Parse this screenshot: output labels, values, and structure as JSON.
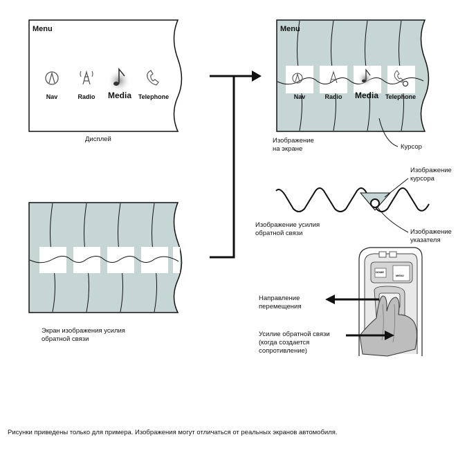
{
  "screen1": {
    "title": "Menu",
    "items": [
      {
        "label": "Nav",
        "icon": "compass-icon"
      },
      {
        "label": "Radio",
        "icon": "radio-tower-icon"
      },
      {
        "label": "Media",
        "icon": "music-note-icon",
        "selected": true
      },
      {
        "label": "Telephone",
        "icon": "phone-icon"
      }
    ],
    "caption": "Дисплей"
  },
  "screen2": {
    "title": "Menu",
    "items": [
      {
        "label": "Nav"
      },
      {
        "label": "Radio"
      },
      {
        "label": "Media"
      },
      {
        "label": "Telephone"
      }
    ],
    "caption": "Изображение\nна экране",
    "cursor_label": "Курсор"
  },
  "feedback": {
    "cursor_image_label": "Изображение\nкурсора",
    "feedback_image_label": "Изображение усилия\nобратной связи",
    "pointer_image_label": "Изображение\nуказателя"
  },
  "controller": {
    "button_home": "HOME",
    "button_menu": "MENU",
    "direction_label": "Направление\nперемещения",
    "force_label": "Усилие обратной связи\n(когда создается\nсопротивление)"
  },
  "feedback_screen": {
    "caption": "Экран изображения усилия\nобратной связи"
  },
  "footnote": "Рисунки приведены только для примера. Изображения могут отличаться от реальных экранов автомобиля.",
  "colors": {
    "screen_fill": "#c5d6d4",
    "line": "#111111"
  }
}
